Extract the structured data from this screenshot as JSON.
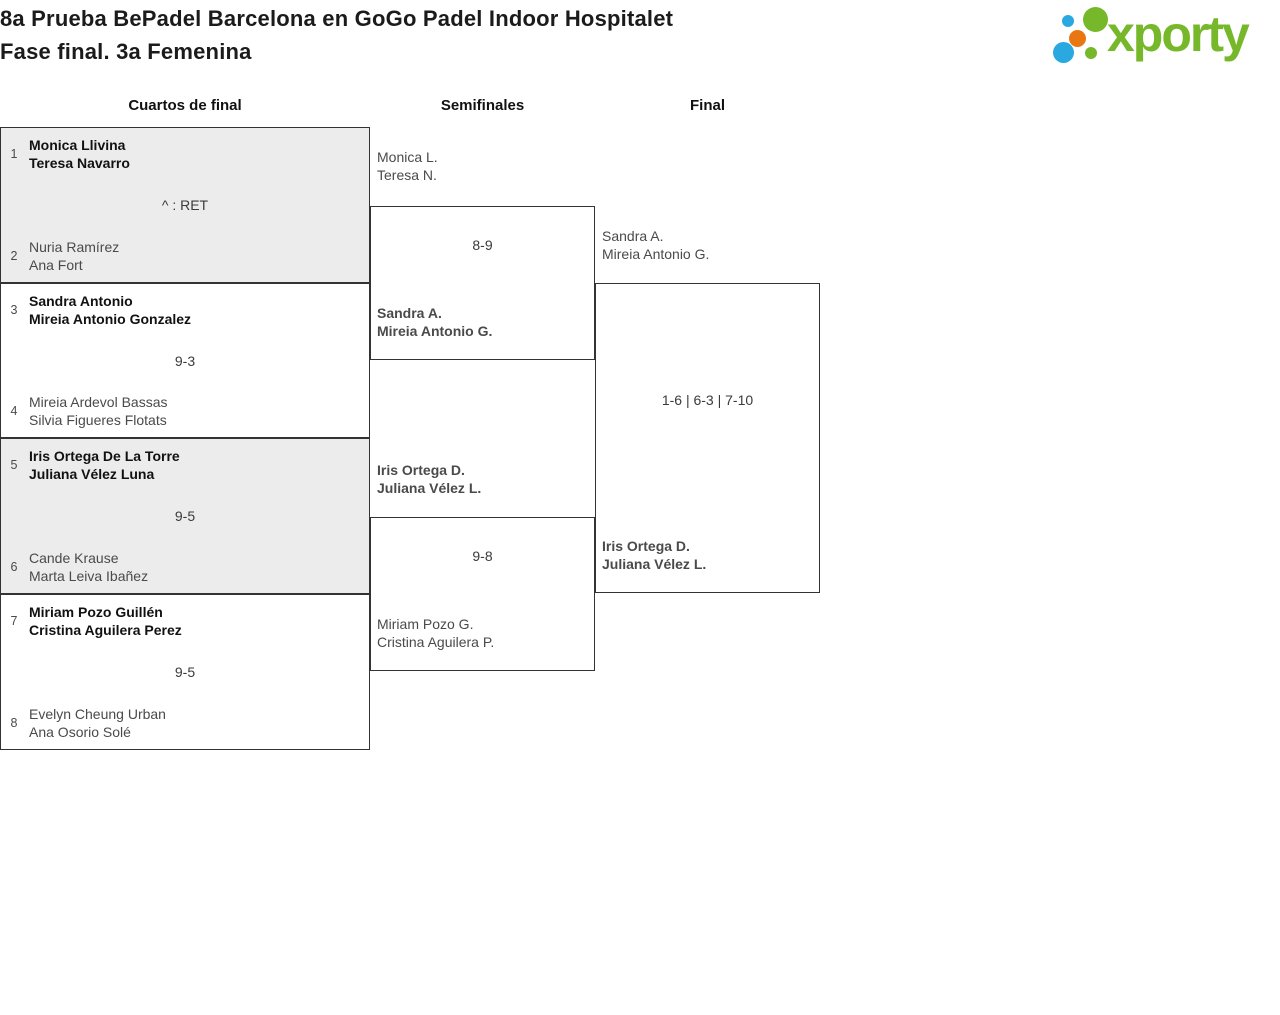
{
  "header": {
    "title_line1": "8a Prueba BePadel Barcelona en GoGo Padel Indoor Hospitalet",
    "title_line2": "Fase final. 3a Femenina",
    "logo": {
      "wordmark": "xporty",
      "colors": {
        "green": "#76b82a",
        "blue": "#29a9e0",
        "orange": "#e87711"
      }
    }
  },
  "bracket": {
    "round_headers": [
      "Cuartos de final",
      "Semifinales",
      "Final"
    ],
    "quarterfinals": [
      {
        "seed1": "1",
        "team1_line1": "Monica Llivina",
        "team1_line2": "Teresa Navarro",
        "score": "^ : RET",
        "seed2": "2",
        "team2_line1": "Nuria Ramírez",
        "team2_line2": "Ana Fort"
      },
      {
        "seed1": "3",
        "team1_line1": "Sandra Antonio",
        "team1_line2": "Mireia Antonio Gonzalez",
        "score": "9-3",
        "seed2": "4",
        "team2_line1": "Mireia Ardevol Bassas",
        "team2_line2": "Silvia Figueres Flotats"
      },
      {
        "seed1": "5",
        "team1_line1": "Iris Ortega De La Torre",
        "team1_line2": "Juliana Vélez Luna",
        "score": "9-5",
        "seed2": "6",
        "team2_line1": "Cande Krause",
        "team2_line2": "Marta Leiva Ibañez"
      },
      {
        "seed1": "7",
        "team1_line1": "Miriam Pozo Guillén",
        "team1_line2": "Cristina Aguilera Perez",
        "score": "9-5",
        "seed2": "8",
        "team2_line1": "Evelyn Cheung Urban",
        "team2_line2": "Ana Osorio Solé"
      }
    ],
    "semifinals": [
      {
        "team1_line1": "Monica L.",
        "team1_line2": "Teresa N.",
        "score": "8-9",
        "team2_line1": "Sandra A.",
        "team2_line2": "Mireia Antonio G."
      },
      {
        "team1_line1": "Iris Ortega D.",
        "team1_line2": "Juliana Vélez L.",
        "score": "9-8",
        "team2_line1": "Miriam Pozo G.",
        "team2_line2": "Cristina Aguilera P."
      }
    ],
    "final": {
      "team1_line1": "Sandra A.",
      "team1_line2": "Mireia Antonio G.",
      "score": "1-6 | 6-3 | 7-10",
      "team2_line1": "Iris Ortega D.",
      "team2_line2": "Juliana Vélez L."
    }
  }
}
